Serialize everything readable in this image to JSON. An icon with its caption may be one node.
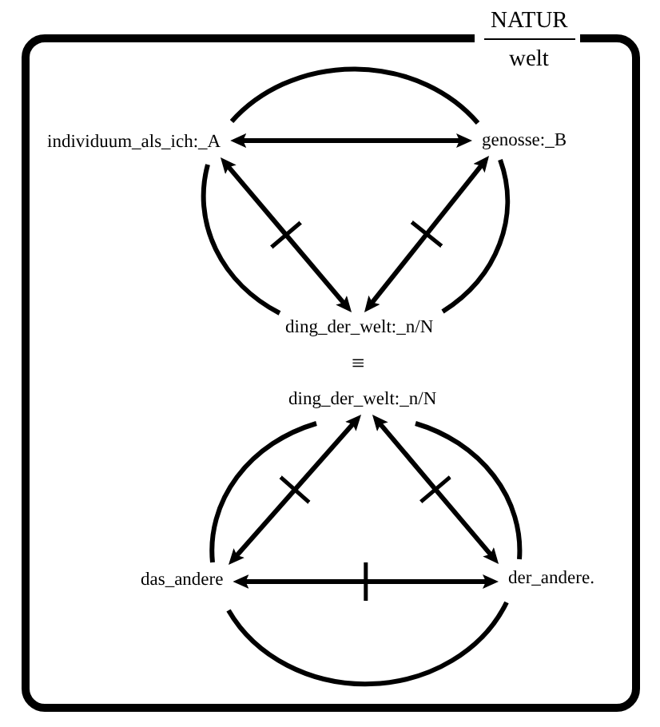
{
  "diagram": {
    "nodes": [
      {
        "text": [
          "NATUR",
          "welt"
        ]
      },
      {
        "text": [
          "individuum_als_ich:_A"
        ],
        "in": 0
      },
      {
        "text": [
          "genosse:_B"
        ],
        "in": 0
      },
      {
        "text": [
          "ding_der_welt:_n/N"
        ],
        "in": 0
      },
      {
        "text": [
          "ding_der_welt:_n/N"
        ],
        "in": 0
      },
      {
        "text": [
          "das_andere"
        ],
        "in": 0
      },
      {
        "text": [
          "der_andere."
        ],
        "in": 0
      }
    ],
    "edges": [
      {
        "from": 1,
        "to": 2,
        "arrow": "both"
      },
      {
        "from": 1,
        "to": 3,
        "arrow": "both"
      },
      {
        "from": 2,
        "to": 3,
        "arrow": "both"
      },
      {
        "from": 4,
        "to": 5,
        "arrow": "both"
      },
      {
        "from": 4,
        "to": 6,
        "arrow": "both"
      },
      {
        "from": 5,
        "to": 6,
        "arrow": "both"
      }
    ],
    "labels": [
      "≡"
    ]
  }
}
